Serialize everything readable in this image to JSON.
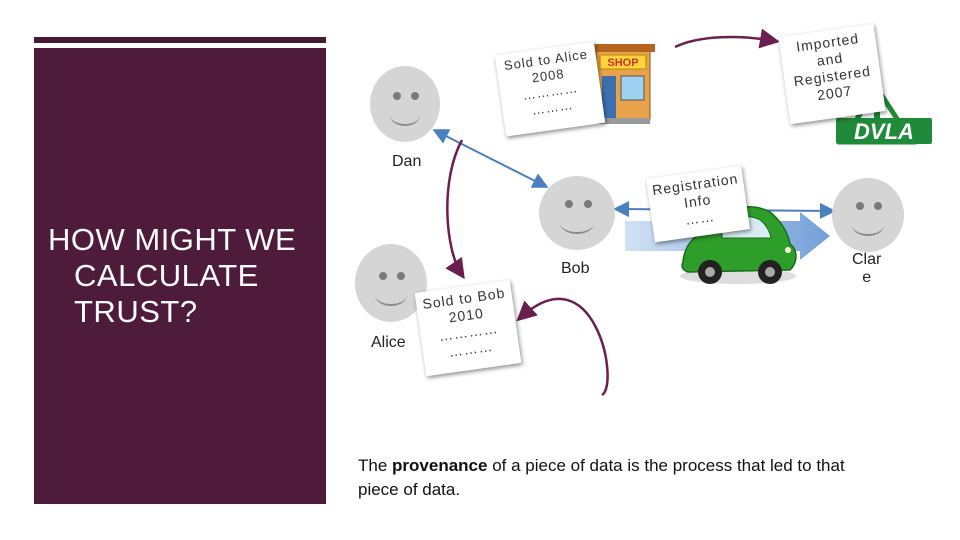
{
  "slide": {
    "title_line1": "HOW MIGHT WE",
    "title_line2": "CALCULATE",
    "title_line3": "TRUST?"
  },
  "people": {
    "dan": "Dan",
    "bob": "Bob",
    "alice": "Alice",
    "clare_line1": "Clar",
    "clare_line2": "e"
  },
  "notes": {
    "sold_alice": [
      "Sold to Alice",
      "2008",
      "…………",
      "………"
    ],
    "imported": [
      "Imported",
      "and",
      "Registered",
      "2007"
    ],
    "registration": [
      "Registration",
      "Info",
      "……"
    ],
    "sold_bob": [
      "Sold to Bob",
      "2010",
      "…………",
      "………"
    ]
  },
  "logos": {
    "shop": "SHOP",
    "dvla": "DVLA"
  },
  "caption": {
    "pre": "The ",
    "bold": "provenance",
    "post": " of a piece of data is the process that led to that piece of data."
  },
  "colors": {
    "sidebar": "#4f1b3a",
    "arrow_purple": "#6b1f4e",
    "arrow_blue": "#4a7fc0",
    "car_green": "#2e9e2a",
    "dvla_green": "#1f8a3a"
  }
}
